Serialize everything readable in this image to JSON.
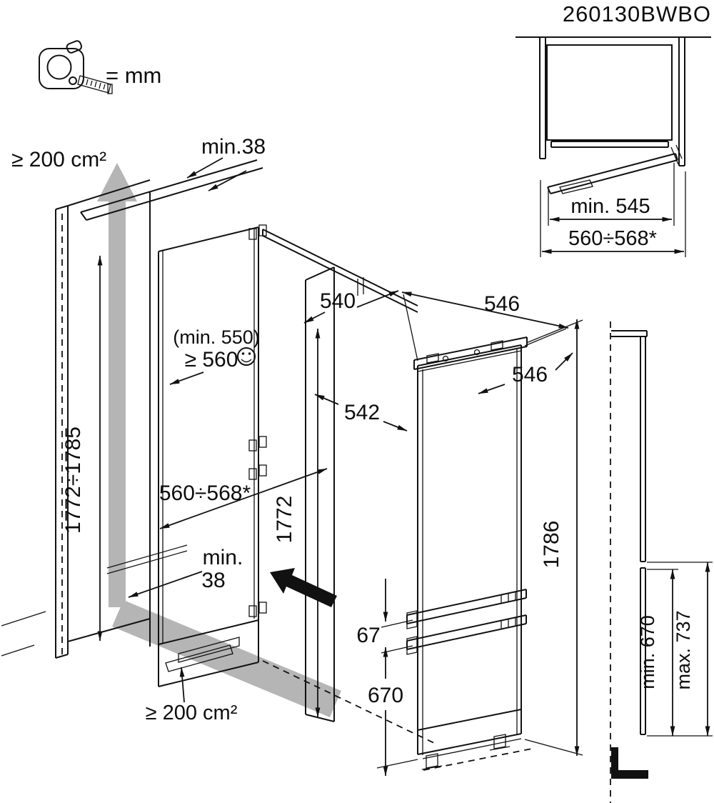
{
  "page": {
    "title": "260130BWBO",
    "background": "#ffffff"
  },
  "labels": {
    "product_code": "260130BWBO",
    "unit_legend": "= mm",
    "vent_top": "≥ 200 cm²",
    "gap_top": "min.38",
    "niche_height": "1772÷1785",
    "niche_depth_note": "(min. 550)",
    "niche_depth_recommended": "≥ 560",
    "niche_width": "560÷568*",
    "gap_bottom_word": "min.",
    "gap_bottom_value": "38",
    "vent_bottom": "≥ 200 cm²",
    "clearance_540": "540",
    "width_top_546": "546",
    "width_door_546": "546",
    "depth_542": "542",
    "height_1772": "1772",
    "door_gap_67": "67",
    "freezer_door_670": "670",
    "total_height_1786": "1786",
    "plan_depth_min": "min. 545",
    "plan_width": "560÷568*",
    "side_lower_min": "min. 670",
    "side_lower_max": "max. 737"
  },
  "icons": {
    "tape_measure": "tape-measure-icon",
    "smiley": "smiley-face-icon",
    "airflow_up_arrow": "airflow-up-arrow",
    "airflow_front_band": "airflow-front-band",
    "insertion_arrow": "insertion-arrow"
  },
  "colors": {
    "line": "#111111",
    "airflow_gray": "#b5b5b5",
    "background": "#ffffff"
  }
}
